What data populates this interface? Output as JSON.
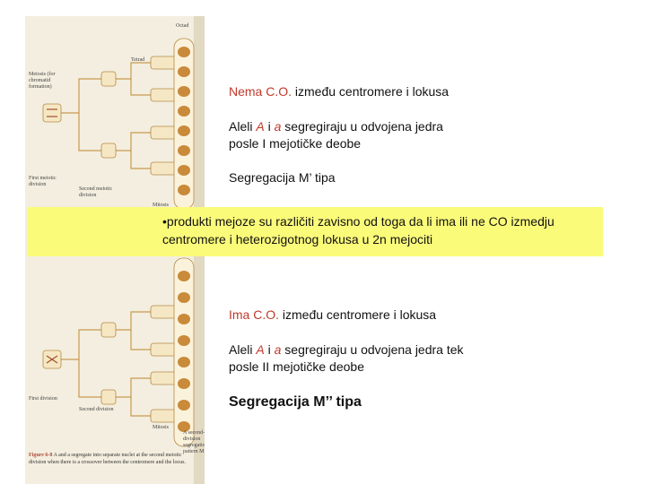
{
  "figure": {
    "labels": {
      "octad": "Octad",
      "tetrad": "Tetrad",
      "meiosis_label": "Meiosis (for chromatid formation)",
      "first_meiotic": "First meiotic division",
      "second_meiotic": "Second meiotic division",
      "mitosis": "Mitosis",
      "first_division": "First division",
      "second_division": "Second division",
      "mitosis_2": "Mitosis",
      "side_note": "A second-division segregation pattern M",
      "figure_no": "Figure 6-8",
      "caption": "A and a segregate into separate nuclei at the second meiotic division when there is a crossover between the centromere and the locus."
    }
  },
  "block1": {
    "line1_red": "Nema C.O.",
    "line1_rest": " između centromere i lokusa",
    "line2_pre": "Aleli ",
    "allele_A": "A",
    "line2_mid": " i ",
    "allele_a": "a",
    "line2_post": " segregiraju u odvojena jedra",
    "line3": "posle I mejotičke deobe",
    "line4": "Segregacija M’ tipa"
  },
  "banner": {
    "text": "•produkti mejoze su različiti zavisno od toga da li ima ili ne CO izmedju centromere i heterozigotnog lokusa u 2n mejociti"
  },
  "block2": {
    "line1_red": "Ima C.O.",
    "line1_rest": " između centromere i lokusa",
    "line2_pre": "Aleli ",
    "allele_A": "A",
    "line2_mid": " i ",
    "allele_a": "a",
    "line2_post": " segregiraju u odvojena jedra tek",
    "line3": "posle II mejotičke deobe",
    "line4": "Segregacija M’’ tipa"
  },
  "colors": {
    "accent_red": "#c0392b",
    "banner_yellow": "#fbfb7a",
    "figure_bg": "#f3eedf"
  }
}
